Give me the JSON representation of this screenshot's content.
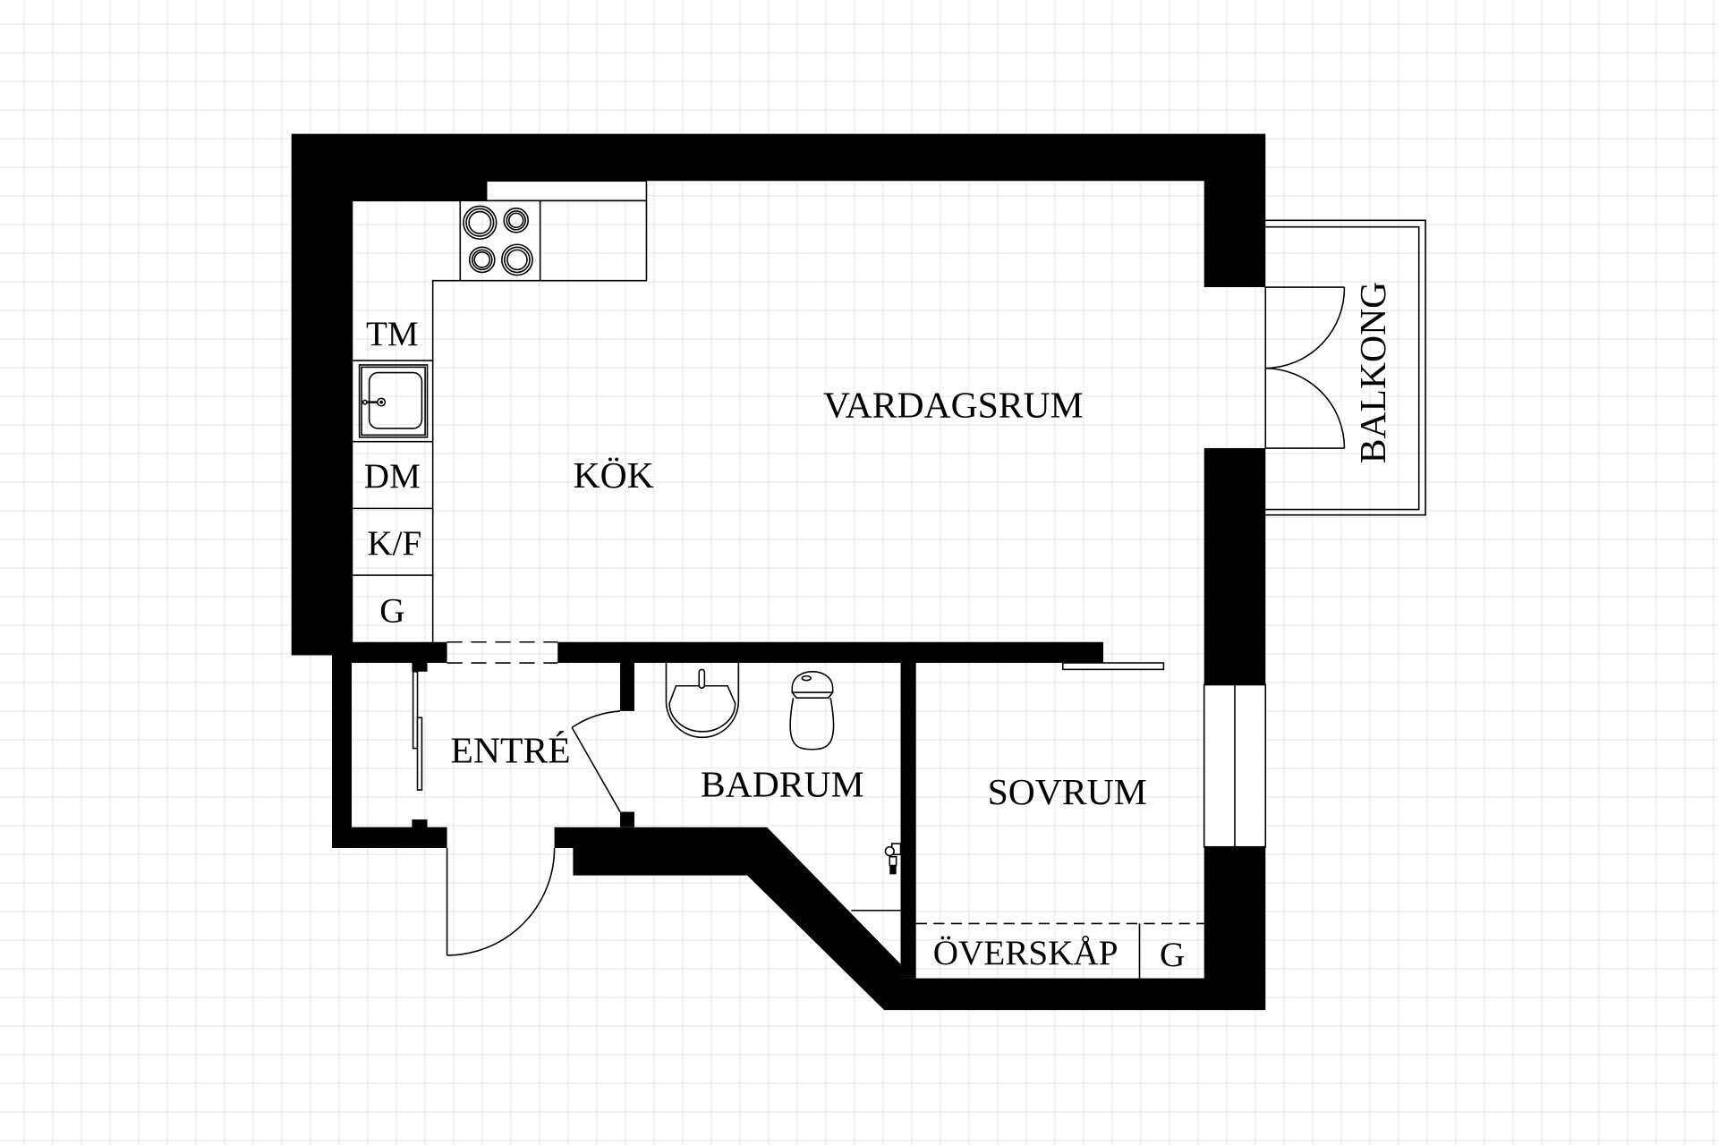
{
  "floorplan": {
    "rooms": {
      "living_room": "VARDAGSRUM",
      "kitchen": "KÖK",
      "entrance": "ENTRÉ",
      "bathroom": "BADRUM",
      "bedroom": "SOVRUM",
      "balcony": "BALKONG"
    },
    "kitchen_units": {
      "dishwasher_tm": "TM",
      "dishwasher_dm": "DM",
      "fridge_freezer": "K/F",
      "wardrobe": "G"
    },
    "bedroom_units": {
      "overhead_cabinet": "ÖVERSKÅP",
      "wardrobe": "G"
    }
  },
  "colors": {
    "wall": "#000000",
    "grid": "#efefef",
    "background": "#ffffff"
  }
}
